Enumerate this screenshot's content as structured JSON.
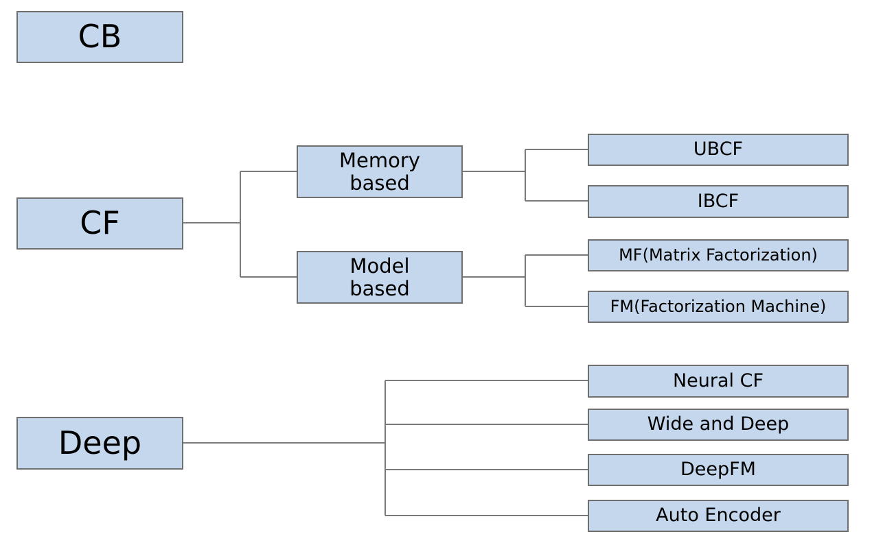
{
  "diagram": {
    "top_level": {
      "cb": "CB",
      "cf": "CF",
      "deep": "Deep"
    },
    "cf_children": {
      "memory_based": "Memory\nbased",
      "model_based": "Model\nbased"
    },
    "memory_based_children": [
      "UBCF",
      "IBCF"
    ],
    "model_based_children": [
      "MF(Matrix Factorization)",
      "FM(Factorization Machine)"
    ],
    "deep_children": [
      "Neural CF",
      "Wide and Deep",
      "DeepFM",
      "Auto Encoder"
    ]
  },
  "colors": {
    "box_fill": "#c5d7ed",
    "box_border": "#6f6f6f",
    "connector": "#7a7a7a"
  }
}
